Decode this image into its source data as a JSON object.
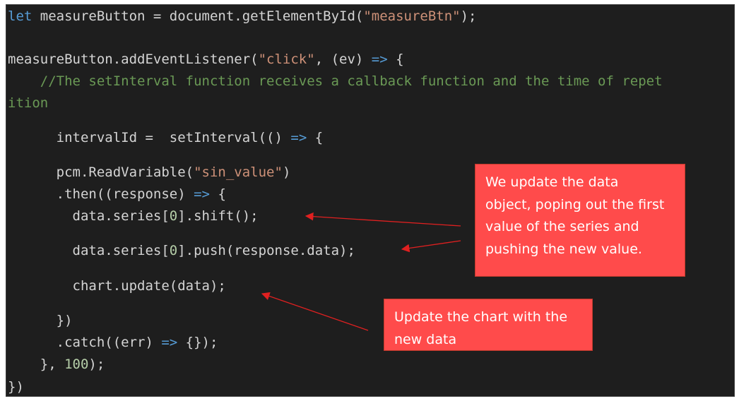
{
  "code": {
    "line1": {
      "kw": "let",
      "a": " measureButton = document.getElementById(",
      "s": "\"measureBtn\"",
      "b": ");"
    },
    "line2": {
      "a": "measureButton.addEventListener(",
      "s": "\"click\"",
      "b": ", (ev) ",
      "arrow": "=>",
      "c": " {"
    },
    "line3": {
      "comment": "    //The setInterval function receives a callback function and the time of repet"
    },
    "line4": {
      "comment": "ition"
    },
    "line5": {
      "a": "      intervalId =  setInterval(() ",
      "arrow": "=>",
      "b": " {"
    },
    "line6": {
      "a": "      pcm.ReadVariable(",
      "s": "\"sin_value\"",
      "b": ")"
    },
    "line7": {
      "a": "      .then((response) ",
      "arrow": "=>",
      "b": " {"
    },
    "line8": {
      "a": "        data.series[",
      "n": "0",
      "b": "].shift();"
    },
    "line9": {
      "a": "        data.series[",
      "n": "0",
      "b": "].push(response.data);"
    },
    "line10": {
      "a": "        chart.update(data);"
    },
    "line11": {
      "a": "      })"
    },
    "line12": {
      "a": "      .catch((err) ",
      "arrow": "=>",
      "b": " {});"
    },
    "line13": {
      "a": "    }, ",
      "n": "100",
      "b": ");"
    },
    "line14": {
      "a": "})"
    }
  },
  "callouts": {
    "first": "We update the data\nobject, poping out the first\nvalue of the series and\npushing the new value.",
    "second": "Update the chart with the\nnew data"
  },
  "colors": {
    "background": "#1e1e1e",
    "keyword": "#569cd6",
    "string": "#ce9178",
    "comment": "#6a9955",
    "number": "#b5cea8",
    "callout": "#ff4b4b"
  }
}
